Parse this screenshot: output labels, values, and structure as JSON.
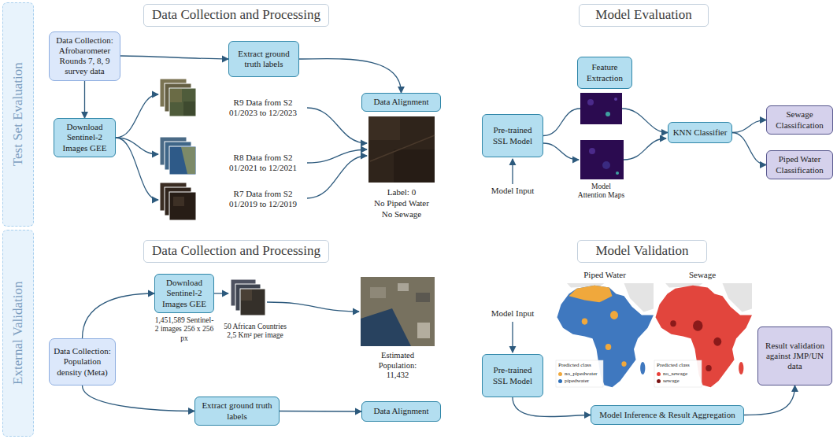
{
  "diagram": {
    "nodes": [
      {
        "text": [
          "Test Set Evaluation"
        ]
      },
      {
        "text": [
          "Data Collection and Processing"
        ]
      },
      {
        "text": [
          "Model Evaluation"
        ]
      },
      {
        "text": [
          "Data Collection: Afrobarometer Rounds 7, 8, 9 survey data"
        ]
      },
      {
        "text": [
          "Extract ground truth labels"
        ]
      },
      {
        "text": [
          "Download Sentinel-2 Images GEE"
        ]
      },
      {
        "text": [
          "Data Alignment"
        ]
      },
      {
        "text": [
          "Feature Extraction"
        ]
      },
      {
        "text": [
          "Pre-trained SSL Model"
        ]
      },
      {
        "text": [
          "KNN Classifier"
        ]
      },
      {
        "text": [
          "Sewage Classification"
        ]
      },
      {
        "text": [
          "Piped Water Classification"
        ]
      },
      {
        "text": [
          "External Validation"
        ]
      },
      {
        "text": [
          "Data Collection and Processing"
        ]
      },
      {
        "text": [
          "Model Validation"
        ]
      },
      {
        "text": [
          "Download Sentinel-2 Images GEE"
        ]
      },
      {
        "text": [
          "Data Collection: Population density (Meta)"
        ]
      },
      {
        "text": [
          "Pre-trained SSL Model"
        ]
      },
      {
        "text": [
          "Result validation against JMP/UN data"
        ]
      },
      {
        "text": [
          "Extract ground truth labels"
        ]
      },
      {
        "text": [
          "Data Alignment"
        ]
      },
      {
        "text": [
          "Model Inference & Result Aggregation"
        ]
      }
    ],
    "edges": [
      {
        "from": 3,
        "to": 4,
        "arrow": "to"
      },
      {
        "from": 3,
        "to": 5,
        "arrow": "to"
      },
      {
        "from": 4,
        "to": 6,
        "arrow": "to"
      },
      {
        "from": 8,
        "to": 9,
        "arrow": "to"
      },
      {
        "from": 9,
        "to": 10,
        "arrow": "to"
      },
      {
        "from": 9,
        "to": 11,
        "arrow": "to"
      },
      {
        "from": 16,
        "to": 15,
        "arrow": "to"
      },
      {
        "from": 16,
        "to": 19,
        "arrow": "to"
      },
      {
        "from": 19,
        "to": 20,
        "arrow": "to"
      },
      {
        "from": 17,
        "to": 21,
        "arrow": "to"
      },
      {
        "from": 21,
        "to": 18,
        "arrow": "to"
      }
    ],
    "labels": [
      "R9 Data from S2 01/2023 to 12/2023",
      "R8 Data from S2 01/2021 to 12/2021",
      "R7 Data from S2 01/2019 to 12/2019",
      "Label: 0",
      "No Piped Water",
      "No Sewage",
      "Model Input",
      "Model Attention Maps",
      "1,451,589 Sentinel-2 images 256 x 256 px",
      "50 African Countries 2,5 Km² per image",
      "Estimated Population: 11,432",
      "Piped Water",
      "Sewage",
      "Predicted class",
      "Predicted class",
      "Model Input"
    ],
    "legend": [
      {
        "text": "no_pipedwater",
        "color": "#f0a83c"
      },
      {
        "text": "pipedwater",
        "color": "#2e6fb8"
      },
      {
        "text": "no_sewage",
        "color": "#e8403a"
      },
      {
        "text": "sewage",
        "color": "#7a1414"
      }
    ]
  }
}
